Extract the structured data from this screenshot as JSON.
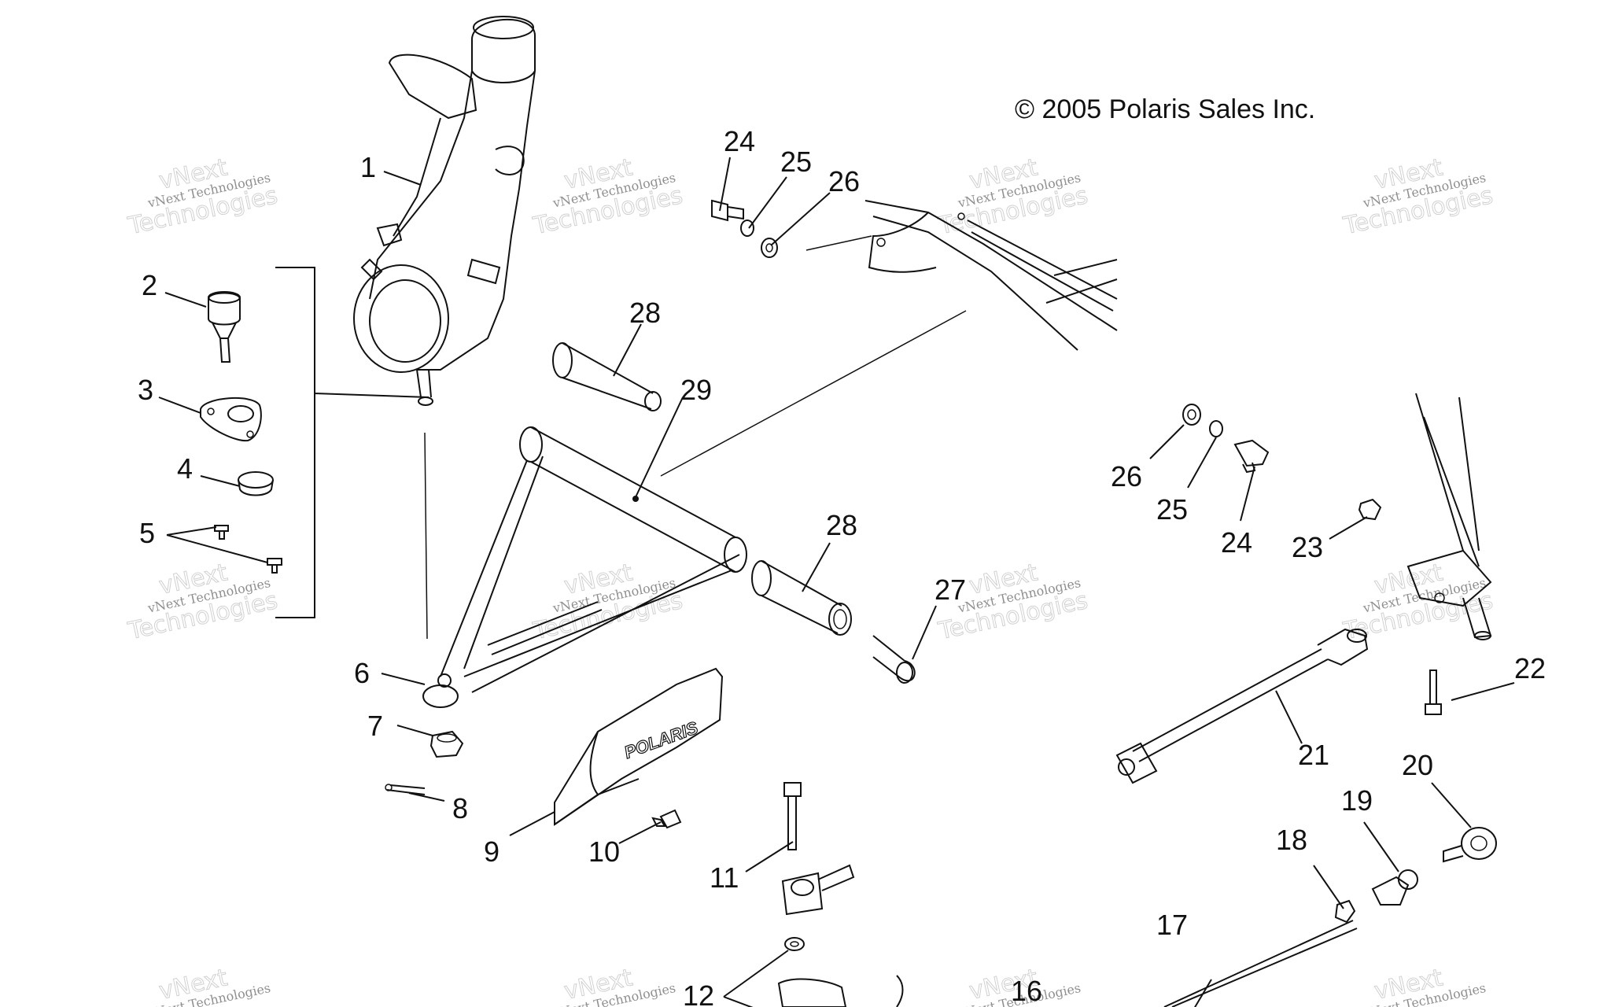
{
  "copyright": "© 2005 Polaris Sales Inc.",
  "watermark": {
    "line1": "vNext",
    "line2": "vNext Technologies",
    "line3": "Technologies"
  },
  "decal_text": "POLARIS",
  "callouts": {
    "c1": "1",
    "c2": "2",
    "c3": "3",
    "c4": "4",
    "c5": "5",
    "c6": "6",
    "c7": "7",
    "c8": "8",
    "c9": "9",
    "c10": "10",
    "c11": "11",
    "c12": "12",
    "c16": "16",
    "c17": "17",
    "c18": "18",
    "c19": "19",
    "c20": "20",
    "c21": "21",
    "c22": "22",
    "c23": "23",
    "c24a": "24",
    "c25a": "25",
    "c26a": "26",
    "c24b": "24",
    "c25b": "25",
    "c26b": "26",
    "c27": "27",
    "c28a": "28",
    "c28b": "28",
    "c29": "29"
  }
}
